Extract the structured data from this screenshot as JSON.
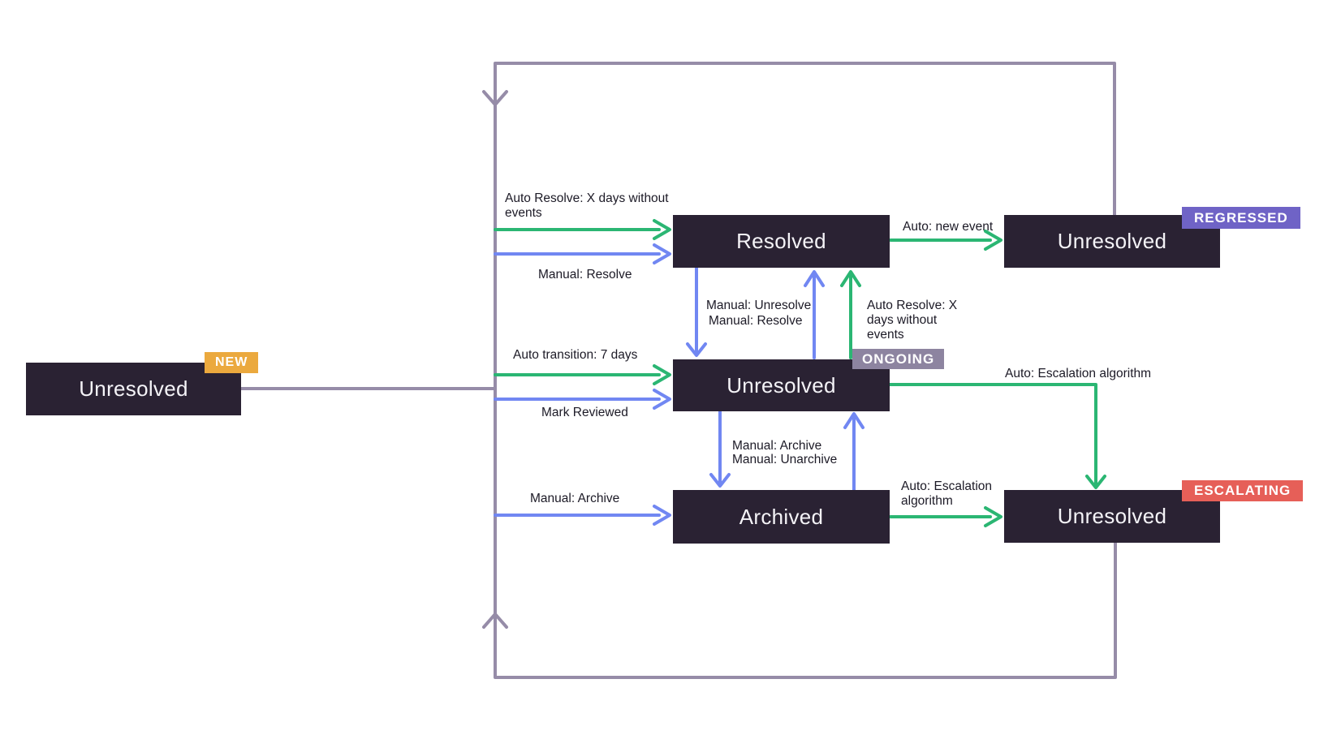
{
  "states": {
    "new": {
      "label": "Unresolved",
      "badge": "NEW"
    },
    "resolved": {
      "label": "Resolved"
    },
    "regressed": {
      "label": "Unresolved",
      "badge": "REGRESSED"
    },
    "ongoing": {
      "label": "Unresolved",
      "badge": "ONGOING"
    },
    "archived": {
      "label": "Archived"
    },
    "escalating": {
      "label": "Unresolved",
      "badge": "ESCALATING"
    }
  },
  "labels": {
    "auto_resolve_top": "Auto Resolve: X days without\nevents",
    "manual_resolve_top": "Manual: Resolve",
    "auto_new_event": "Auto: new event",
    "manual_unresolve_mid": "Manual: Unresolve",
    "manual_resolve_mid": "Manual: Resolve",
    "auto_resolve_mid": "Auto Resolve: X\ndays without\nevents",
    "auto_transition": "Auto transition: 7 days",
    "mark_reviewed": "Mark Reviewed",
    "auto_escalation_ongoing": "Auto: Escalation algorithm",
    "manual_archive_mid": "Manual: Archive",
    "manual_unarchive_mid": "Manual: Unarchive",
    "manual_archive_left": "Manual: Archive",
    "auto_escalation_archived": "Auto: Escalation\nalgorithm"
  },
  "colors": {
    "auto": "#2bb673",
    "manual": "#7187f2",
    "loop": "#968ca8",
    "state_bg": "#2a2233",
    "badge_new": "#eba93e",
    "badge_regressed": "#6f63c6",
    "badge_ongoing": "#8d84a0",
    "badge_escalating": "#e65f58",
    "label_text": "#1c1a26"
  }
}
